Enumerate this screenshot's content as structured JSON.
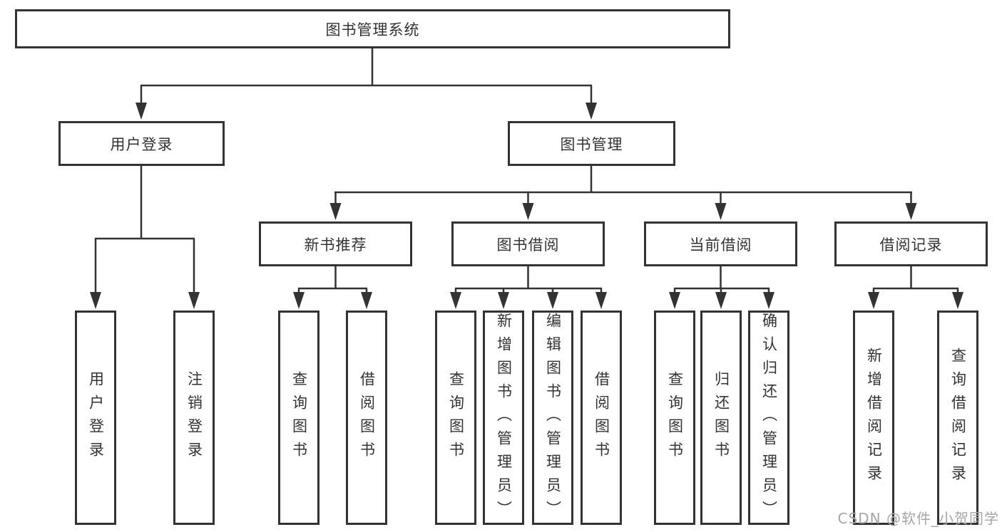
{
  "diagram": {
    "tree": {
      "root": {
        "label": "图书管理系统"
      },
      "children": [
        {
          "label": "用户登录",
          "children": [
            {
              "label": "用户登录"
            },
            {
              "label": "注销登录"
            }
          ]
        },
        {
          "label": "图书管理",
          "children": [
            {
              "label": "新书推荐",
              "children": [
                {
                  "label": "查询图书"
                },
                {
                  "label": "借阅图书"
                }
              ]
            },
            {
              "label": "图书借阅",
              "children": [
                {
                  "label": "查询图书"
                },
                {
                  "label": "新增图书（管理员）"
                },
                {
                  "label": "编辑图书（管理员）"
                },
                {
                  "label": "借阅图书"
                }
              ]
            },
            {
              "label": "当前借阅",
              "children": [
                {
                  "label": "查询图书"
                },
                {
                  "label": "归还图书"
                },
                {
                  "label": "确认归还（管理员）"
                }
              ]
            },
            {
              "label": "借阅记录",
              "children": [
                {
                  "label": "新增借阅记录"
                },
                {
                  "label": "查询借阅记录"
                }
              ]
            }
          ]
        }
      ]
    }
  },
  "watermark": {
    "text": "CSDN @软件_小贺同学"
  },
  "colors": {
    "line": "#333333",
    "text": "#333333",
    "watermark": "#a6a6a6",
    "background": "#ffffff"
  }
}
